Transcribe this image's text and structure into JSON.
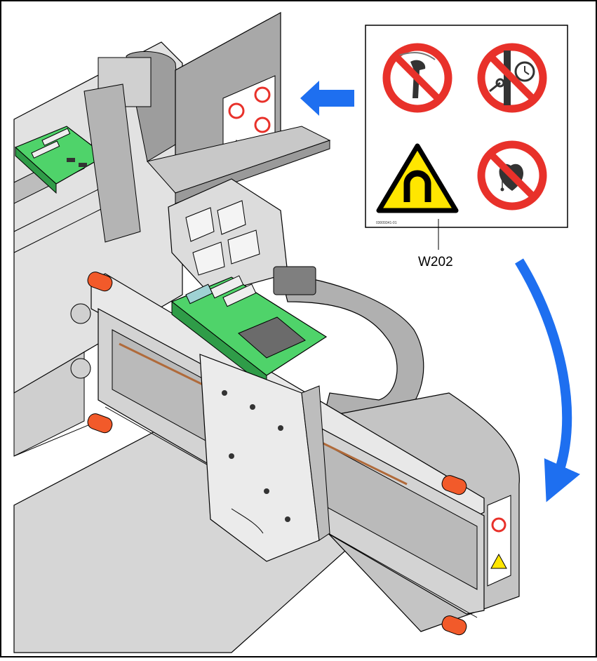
{
  "callout": {
    "label": "W202",
    "code": "03009341-01"
  },
  "signs": [
    {
      "id": "no-implant",
      "icon": "no-metal-implant-icon"
    },
    {
      "id": "no-metal-objects",
      "icon": "no-watch-key-icon"
    },
    {
      "id": "magnetic-field",
      "icon": "magnetic-field-warning-icon"
    },
    {
      "id": "no-pacemaker",
      "icon": "no-pacemaker-icon"
    }
  ],
  "colors": {
    "prohibition_red": "#e8312a",
    "warning_yellow": "#ffe600",
    "pcb_green": "#4fd36a",
    "arrow_blue": "#1e6ff0",
    "bumper_orange": "#f25a2a",
    "metal_gray": "#c9c9c9"
  }
}
